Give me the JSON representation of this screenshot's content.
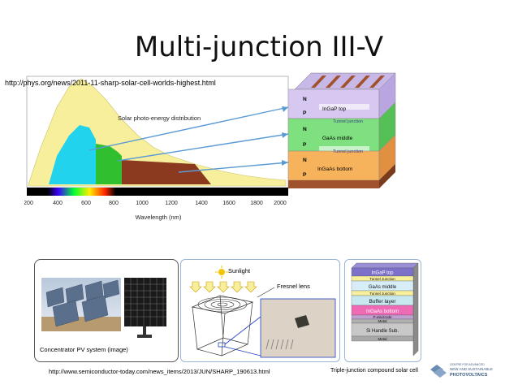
{
  "slide": {
    "title": "Multi-junction III-V",
    "url_top": "http://phys.org/news/2011-11-sharp-solar-cell-worlds-highest.html",
    "url_bottom": "http://www.semiconductor-today.com/news_items/2013/JUN/SHARP_190613.html"
  },
  "spectrum_chart": {
    "annotation": "Solar photo-energy distribution",
    "x_ticks": [
      "200",
      "400",
      "600",
      "800",
      "1000",
      "1200",
      "1400",
      "1600",
      "1800",
      "2000"
    ],
    "x_label": "Wavelength (nm)"
  },
  "cell_stack": {
    "n": "N",
    "p": "P",
    "top": "InGaP top",
    "tunnel": "Tunnel junction",
    "middle": "GaAs middle",
    "bottom": "InGaAs bottom"
  },
  "bottom_panel": {
    "caption": "Concentrator PV system (image)"
  },
  "middle_panel": {
    "sunlight": "Sunlight",
    "fresnel": "Fresnel lens"
  },
  "right_panel": {
    "layers": [
      "InGaP top",
      "Tunnel Junction",
      "GaAs middle",
      "Tunnel Junction",
      "Buffer layer",
      "InGaAs bottom",
      "P-electrode",
      "Metal",
      "Si Handle Sub.",
      "Metal"
    ],
    "caption": "Triple-junction compound solar cell"
  },
  "logo": {
    "line1": "CENTRE FOR ADVANCED",
    "line2": "NEW AND SUSTAINABLE",
    "line3": "PHOTOVOLTAICS"
  },
  "colors": {
    "arrow": "#5b9bd5",
    "cyan": "#22d3ee",
    "green": "#33cc33",
    "yellow": "#f7ef9c",
    "orange": "#f7b25c",
    "brown": "#a0522d"
  }
}
